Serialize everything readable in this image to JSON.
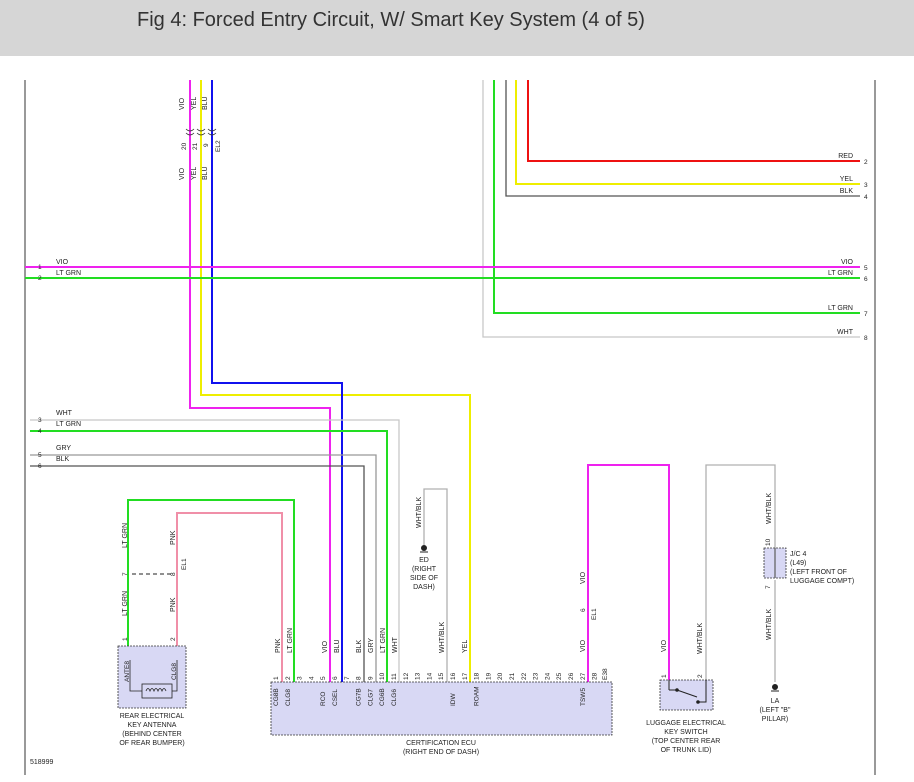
{
  "page": {
    "title": "Fig 4: Forced Entry Circuit, W/ Smart Key System (4 of 5)"
  },
  "colors": {
    "VIO": "#ee22ee",
    "YEL": "#eeee00",
    "BLU": "#1111ee",
    "LT GRN": "#22dd22",
    "RED": "#ee1111",
    "BLK": "#555555",
    "WHT": "#c8c8c8",
    "GRY": "#999999",
    "PNK": "#f08fa8",
    "WHT/BLK": "#b0b0b0",
    "component_fill": "#d8d8f4"
  },
  "diagram": {
    "figure_id": "518999",
    "top_wires": {
      "colors_upper": [
        "VIO",
        "YEL",
        "BLU"
      ],
      "pins": [
        "20",
        "21",
        "9"
      ],
      "connector": "EL2",
      "colors_lower": [
        "VIO",
        "YEL",
        "BLU"
      ]
    },
    "left_wires": [
      {
        "num": "1",
        "color": "VIO"
      },
      {
        "num": "2",
        "color": "LT GRN"
      },
      {
        "num": "3",
        "color": "WHT"
      },
      {
        "num": "4",
        "color": "LT GRN"
      },
      {
        "num": "5",
        "color": "GRY"
      },
      {
        "num": "6",
        "color": "BLK"
      }
    ],
    "right_wires": [
      {
        "num": "2",
        "color": "RED"
      },
      {
        "num": "3",
        "color": "YEL"
      },
      {
        "num": "4",
        "color": "BLK"
      },
      {
        "num": "5",
        "color": "VIO"
      },
      {
        "num": "6",
        "color": "LT GRN"
      },
      {
        "num": "7",
        "color": "LT GRN"
      },
      {
        "num": "8",
        "color": "WHT"
      }
    ],
    "antenna": {
      "wire_colors_top": [
        "LT GRN",
        "PNK"
      ],
      "joint_pins": [
        "7",
        "8"
      ],
      "joint_connector": "EL1",
      "wire_colors_bottom": [
        "LT GRN",
        "PNK"
      ],
      "pins": [
        "1",
        "2"
      ],
      "terminals": [
        "ANTE8",
        "CLG8"
      ],
      "caption": [
        "REAR ELECTRICAL",
        "KEY ANTENNA",
        "(BEHIND CENTER",
        "OF REAR BUMPER)"
      ]
    },
    "ecu": {
      "wire_labels": [
        {
          "pin": "1",
          "color": "PNK"
        },
        {
          "pin": "2",
          "color": "LT GRN"
        },
        {
          "pin": "5",
          "color": "VIO"
        },
        {
          "pin": "6",
          "color": "BLU"
        },
        {
          "pin": "8",
          "color": "BLK"
        },
        {
          "pin": "9",
          "color": "GRY"
        },
        {
          "pin": "10",
          "color": "LT GRN"
        },
        {
          "pin": "11",
          "color": "WHT"
        },
        {
          "pin": "16",
          "color": "WHT/BLK"
        },
        {
          "pin": "18",
          "color": "YEL"
        }
      ],
      "pins": [
        "1",
        "2",
        "3",
        "4",
        "5",
        "6",
        "7",
        "8",
        "9",
        "10",
        "11",
        "12",
        "13",
        "14",
        "15",
        "16",
        "17",
        "18",
        "19",
        "20",
        "21",
        "22",
        "23",
        "24",
        "25",
        "26",
        "27",
        "28"
      ],
      "connector": "E38",
      "terminals": [
        {
          "pin": "1",
          "name": "CG8B"
        },
        {
          "pin": "2",
          "name": "CLG8"
        },
        {
          "pin": "5",
          "name": "RCO"
        },
        {
          "pin": "6",
          "name": "CSEL"
        },
        {
          "pin": "8",
          "name": "CG7B"
        },
        {
          "pin": "9",
          "name": "CLG7"
        },
        {
          "pin": "10",
          "name": "CG6B"
        },
        {
          "pin": "11",
          "name": "CLG6"
        },
        {
          "pin": "16",
          "name": "IDW"
        },
        {
          "pin": "18",
          "name": "ROAM"
        },
        {
          "pin": "27",
          "name": "TSW5"
        }
      ],
      "caption": [
        "CERTIFICATION ECU",
        "(RIGHT END OF DASH)"
      ]
    },
    "ground_ed": {
      "wire_color": "WHT/BLK",
      "name": "ED",
      "caption": [
        "(RIGHT",
        "SIDE OF",
        "DASH)"
      ]
    },
    "trunk_connector": {
      "pin": "6",
      "name": "EL1",
      "color_upper": "VIO",
      "color_lower": "VIO"
    },
    "luggage_switch": {
      "wire_colors": [
        "VIO",
        "WHT/BLK"
      ],
      "pins": [
        "1",
        "2"
      ],
      "caption": [
        "LUGGAGE ELECTRICAL",
        "KEY SWITCH",
        "(TOP CENTER REAR",
        "OF TRUNK LID)"
      ]
    },
    "junction": {
      "wire_color_upper": "WHT/BLK",
      "pins": [
        "10",
        "7"
      ],
      "lines": [
        "J/C 4",
        "(L49)",
        "(LEFT FRONT OF",
        "LUGGAGE COMPT)"
      ],
      "wire_color_lower": "WHT/BLK"
    },
    "ground_la": {
      "name": "LA",
      "caption": [
        "(LEFT \"B\"",
        "PILLAR)"
      ]
    }
  }
}
